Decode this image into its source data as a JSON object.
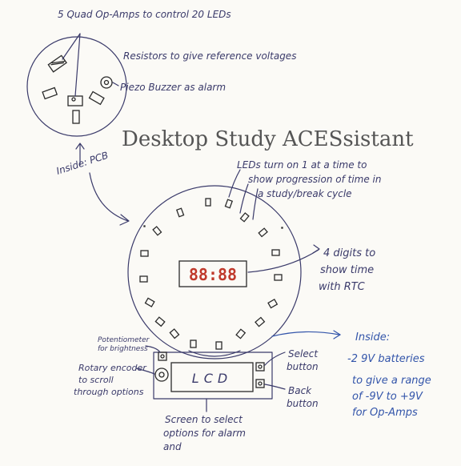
{
  "title": "Desktop Study ACESsistant",
  "labels": {
    "op_amps": "5 Quad Op-Amps to control 20 LEDs",
    "resistors": "Resistors to give reference voltages",
    "piezo": "Piezo Buzzer as alarm",
    "inside_pcb": "Inside: PCB",
    "leds_line1": "LEDs turn on 1 at a time to",
    "leds_line2": "show progression of time in",
    "leds_line3": "a study/break cycle",
    "digits_line1": "4 digits to",
    "digits_line2": "show time",
    "digits_line3": "with RTC",
    "pot_line1": "Potentiometer",
    "pot_line2": "for brightness",
    "rotary_line1": "Rotary encoder",
    "rotary_line2": "to scroll",
    "rotary_line3": "through options",
    "select_line1": "Select",
    "select_line2": "button",
    "back_line1": "Back",
    "back_line2": "button",
    "screen_line1": "Screen to select",
    "screen_line2": "options for alarm",
    "screen_line3": "and",
    "inside_line1": "Inside:",
    "inside_line2": "-2 9V batteries",
    "inside_line3": "to give a range",
    "inside_line4": "of  -9V to +9V",
    "inside_line5": "for Op-Amps",
    "display_time": "88:88",
    "lcd": "LCD"
  },
  "colors": {
    "ink": "#3a3a6a",
    "blue_ink": "#3355aa",
    "digit_red": "#c0392b"
  }
}
